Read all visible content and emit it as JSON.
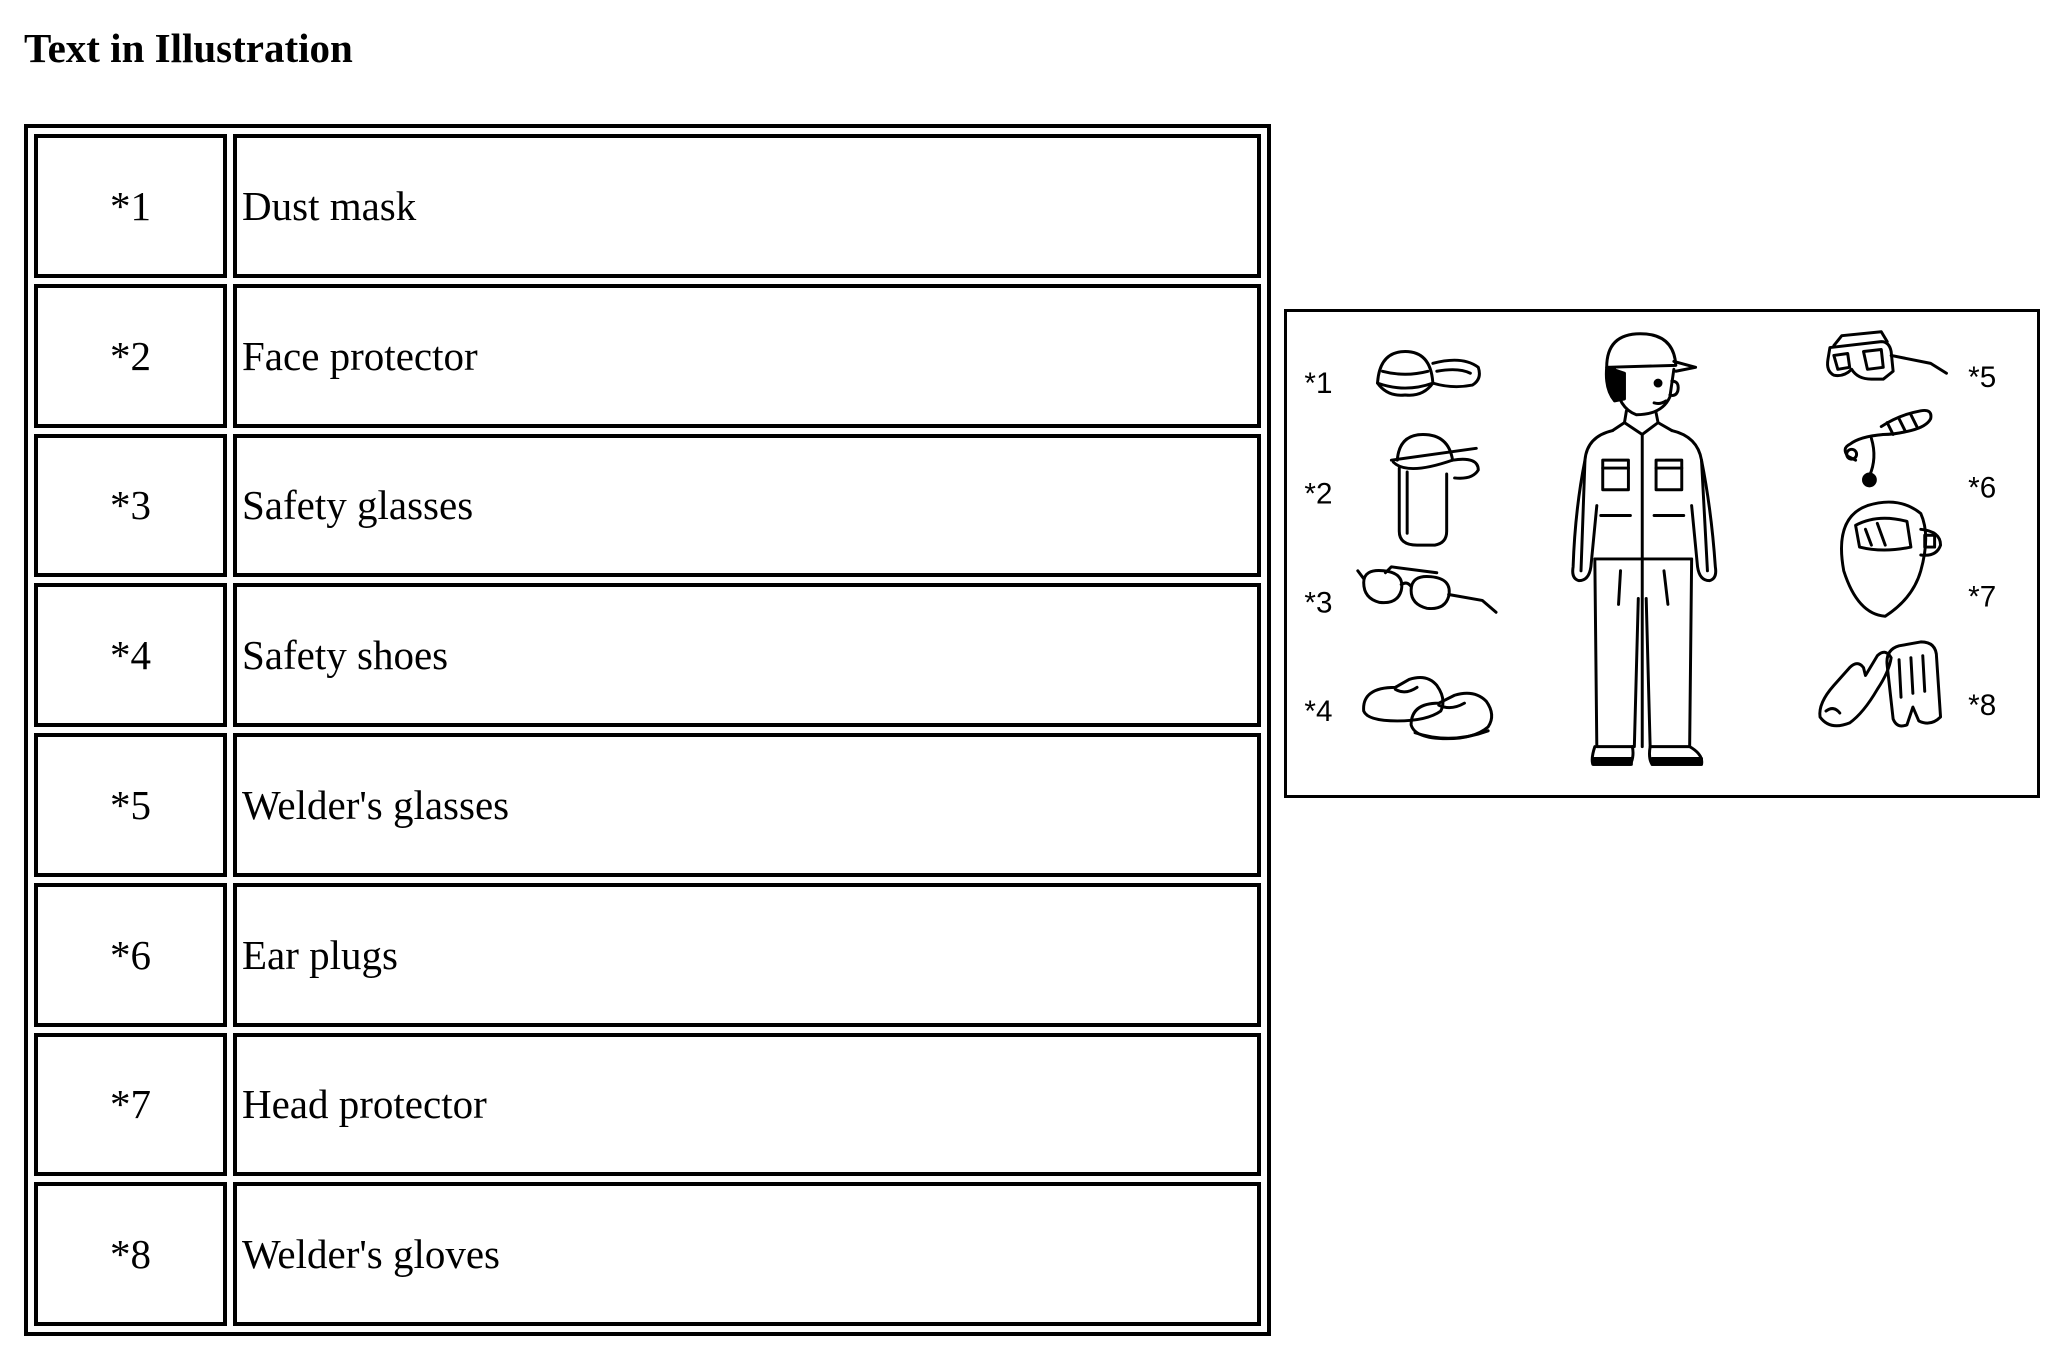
{
  "title": "Text in Illustration",
  "legend": [
    {
      "code": "*1",
      "label": "Dust mask"
    },
    {
      "code": "*2",
      "label": "Face protector"
    },
    {
      "code": "*3",
      "label": "Safety glasses"
    },
    {
      "code": "*4",
      "label": "Safety shoes"
    },
    {
      "code": "*5",
      "label": "Welder's glasses"
    },
    {
      "code": "*6",
      "label": "Ear plugs"
    },
    {
      "code": "*7",
      "label": "Head protector"
    },
    {
      "code": "*8",
      "label": "Welder's gloves"
    }
  ],
  "illustration": {
    "callouts": [
      "*1",
      "*2",
      "*3",
      "*4",
      "*5",
      "*6",
      "*7",
      "*8"
    ],
    "items": {
      "dust_mask": "dust-mask-icon",
      "face_protector": "face-protector-icon",
      "safety_glasses": "safety-glasses-icon",
      "safety_shoes": "safety-shoes-icon",
      "welders_glasses": "welders-glasses-icon",
      "ear_plugs": "ear-plugs-icon",
      "head_protector": "head-protector-icon",
      "welders_gloves": "welders-gloves-icon",
      "worker": "worker-figure"
    }
  }
}
